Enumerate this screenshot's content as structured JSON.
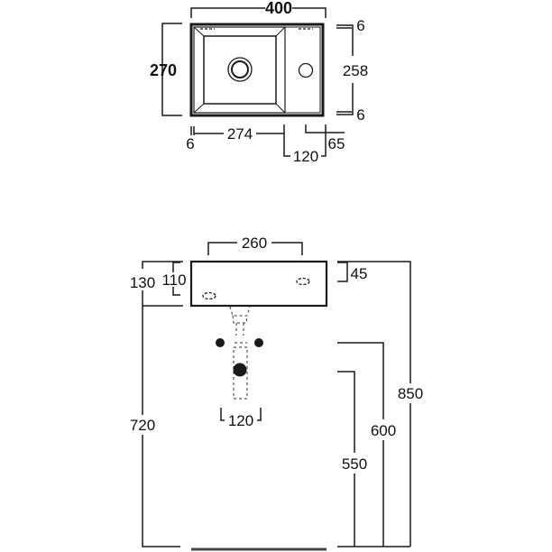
{
  "drawing": {
    "title": "Washbasin technical drawing",
    "colors": {
      "line": "#1a1a1a",
      "dash": "#555555",
      "floor": "#444444"
    },
    "top_view": {
      "width_label": "400",
      "depth_label": "270",
      "inner_depth_label": "258",
      "rim_top_label": "6",
      "rim_bottom_label": "6",
      "left_rim_label": "6",
      "bowl_width_label": "274",
      "deck_label": "120",
      "tap_offset_label": "65"
    },
    "front_view": {
      "top_width_label": "260",
      "total_height_label": "130",
      "body_height_label": "110",
      "rim_label": "45",
      "drain_spacing_label": "120",
      "floor_to_base_label": "720",
      "floor_to_top_label": "850",
      "floor_to_600_label": "600",
      "floor_to_550_label": "550"
    }
  }
}
